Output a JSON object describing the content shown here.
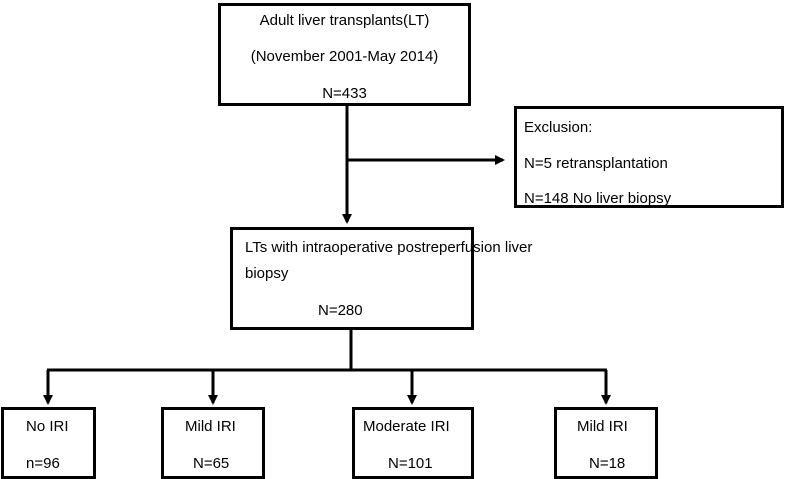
{
  "top_box": {
    "line1": "Adult liver transplants(LT)",
    "line2": "(November 2001-May 2014)",
    "count": "N=433"
  },
  "exclusion_box": {
    "title": "Exclusion:",
    "item1": "N=5 retransplantation",
    "item2": "N=148 No liver biopsy"
  },
  "middle_box": {
    "line1": "LTs with intraoperative postreperfusion liver",
    "line2": "biopsy",
    "count": "N=280"
  },
  "groups": [
    {
      "label": "No IRI",
      "count": "n=96"
    },
    {
      "label": "Mild IRI",
      "count": "N=65"
    },
    {
      "label": "Moderate IRI",
      "count": "N=101"
    },
    {
      "label": "Mild IRI",
      "count": "N=18"
    }
  ]
}
